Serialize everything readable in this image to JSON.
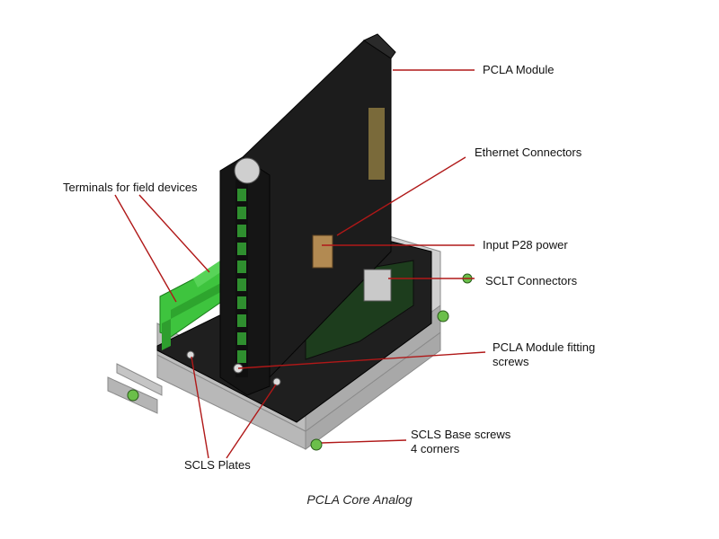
{
  "callouts": {
    "pcla_module": "PCLA Module",
    "ethernet_connectors": "Ethernet Connectors",
    "terminals": "Terminals for field devices",
    "input_p28": "Input P28 power",
    "sclt_connectors": "SCLT Connectors",
    "fitting_screws_line1": "PCLA Module fitting",
    "fitting_screws_line2": "screws",
    "base_screws_line1": "SCLS Base screws",
    "base_screws_line2": "4 corners",
    "scls_plates": "SCLS Plates"
  },
  "caption": "PCLA Core Analog",
  "colors": {
    "leader": "#b01818",
    "module_body": "#1c1c1c",
    "terminal_green": "#3ec43e",
    "base_metal": "#c8c8c8"
  }
}
